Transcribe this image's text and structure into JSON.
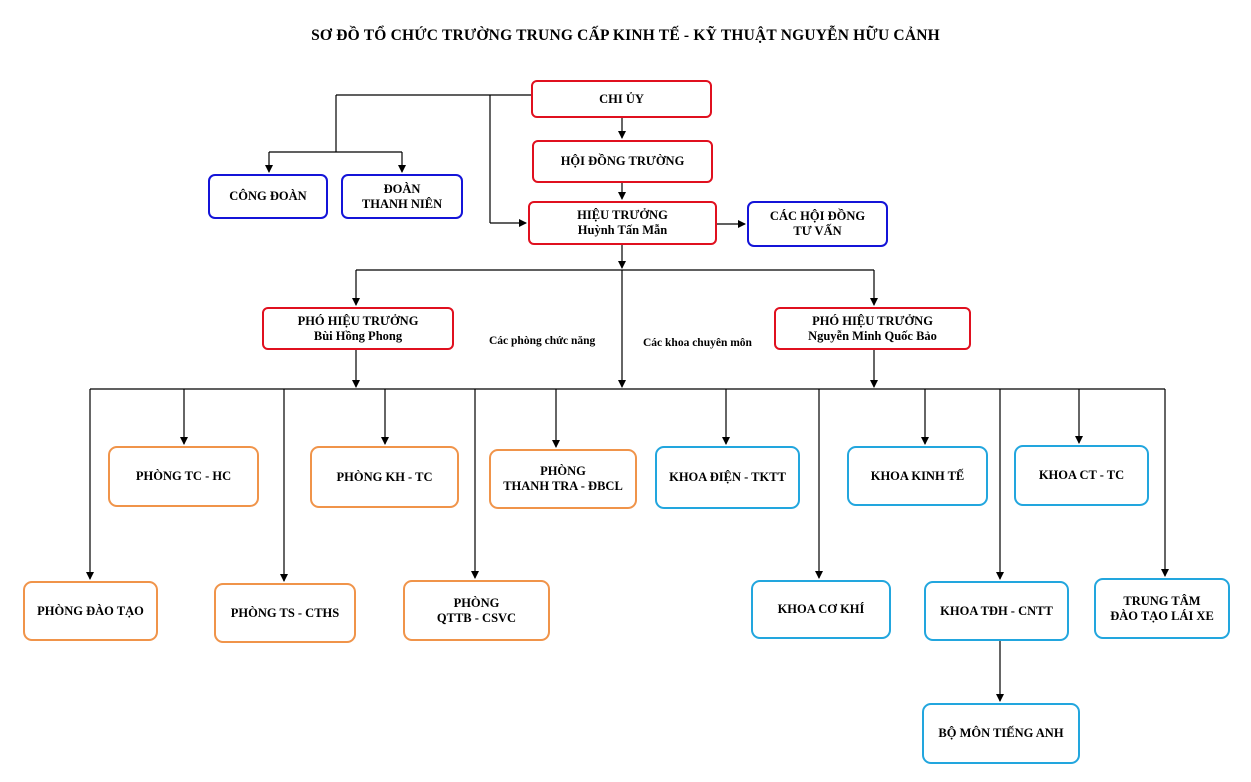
{
  "title": "SƠ ĐỒ TỔ CHỨC TRƯỜNG TRUNG CẤP KINH TẾ - KỸ THUẬT NGUYỄN HỮU CẢNH",
  "colors": {
    "leadership": "#e0101f",
    "organizations": "#1414d8",
    "departments": "#f0944a",
    "faculties": "#22a6de"
  },
  "nodes": {
    "chi_uy": {
      "line1": "CHI ỦY"
    },
    "hoi_dong_truong": {
      "line1": "HỘI ĐỒNG TRƯỜNG"
    },
    "cong_doan": {
      "line1": "CÔNG ĐOÀN"
    },
    "doan_thanh_nien": {
      "line1": "ĐOÀN",
      "line2": "THANH NIÊN"
    },
    "hieu_truong": {
      "line1": "HIỆU TRƯỞNG",
      "line2": "Huỳnh Tấn Mẫn"
    },
    "cac_hoi_dong_tu_van": {
      "line1": "CÁC HỘI ĐỒNG",
      "line2": "TƯ VẤN"
    },
    "pho_hieu_truong_1": {
      "line1": "PHÓ HIỆU TRƯỞNG",
      "line2": "Bùi Hồng Phong"
    },
    "pho_hieu_truong_2": {
      "line1": "PHÓ HIỆU TRƯỞNG",
      "line2": "Nguyễn Minh Quốc Bảo"
    },
    "phong_tc_hc": {
      "line1": "PHÒNG TC - HC"
    },
    "phong_kh_tc": {
      "line1": "PHÒNG KH - TC"
    },
    "phong_thanh_tra": {
      "line1": "PHÒNG",
      "line2": "THANH TRA - ĐBCL"
    },
    "phong_dao_tao": {
      "line1": "PHÒNG ĐÀO TẠO"
    },
    "phong_ts_cths": {
      "line1": "PHÒNG TS - CTHS"
    },
    "phong_qttb": {
      "line1": "PHÒNG",
      "line2": "QTTB - CSVC"
    },
    "khoa_dien": {
      "line1": "KHOA ĐIỆN - TKTT"
    },
    "khoa_kinh_te": {
      "line1": "KHOA KINH TẾ"
    },
    "khoa_ct_tc": {
      "line1": "KHOA CT - TC"
    },
    "khoa_co_khi": {
      "line1": "KHOA CƠ KHÍ"
    },
    "khoa_tdh_cntt": {
      "line1": "KHOA TĐH - CNTT"
    },
    "trung_tam_lai_xe": {
      "line1": "TRUNG TÂM",
      "line2": "ĐÀO TẠO LÁI XE"
    },
    "bo_mon_tieng_anh": {
      "line1": "BỘ MÔN TIẾNG ANH"
    }
  },
  "labels": {
    "functional_departments": "Các phòng chức năng",
    "specialized_faculties": "Các khoa chuyên môn"
  }
}
